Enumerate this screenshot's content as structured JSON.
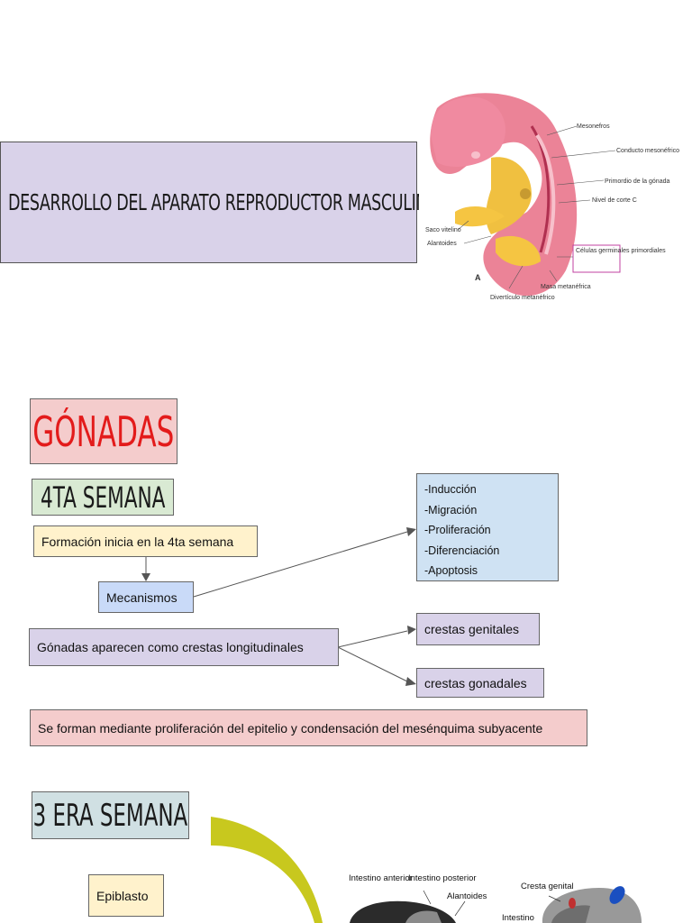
{
  "title": "DESARROLLO DEL APARATO REPRODUCTOR MASCULINO",
  "embryo_figure": {
    "labels": [
      "Mesonefros",
      "Conducto mesonéfrico",
      "Primordio de la gónada",
      "Nivel de corte C",
      "Saco vitelino",
      "Alantoides",
      "Células germinales primordiales",
      "Masa metanéfrica",
      "Divertículo metanéfrico",
      "A"
    ]
  },
  "gonadas_heading": "GÓNADAS",
  "semana4_heading": "4TA SEMANA",
  "formacion": "Formación inicia en la 4ta semana",
  "mecanismos": "Mecanismos",
  "mechanisms_list": [
    "-Inducción",
    "-Migración",
    "-Proliferación",
    "-Diferenciación",
    "-Apoptosis"
  ],
  "crestas_long": "Gónadas aparecen como crestas longitudinales",
  "crestas_genitales": "crestas genitales",
  "crestas_gonadales": "crestas gonadales",
  "proliferacion": "Se forman mediante proliferación del epitelio y condensación del mesénquima subyacente",
  "semana3_heading": "3 ERA SEMANA",
  "epiblasto": "Epiblasto",
  "bottom_figure": {
    "labels": [
      "Intestino anterior",
      "Intestino posterior",
      "Alantoides",
      "Cresta genital",
      "Intestino"
    ]
  },
  "colors": {
    "title_bg": "#d9d2e9",
    "gonadas_text": "#e31b1b",
    "arc": "#c8c81e"
  }
}
